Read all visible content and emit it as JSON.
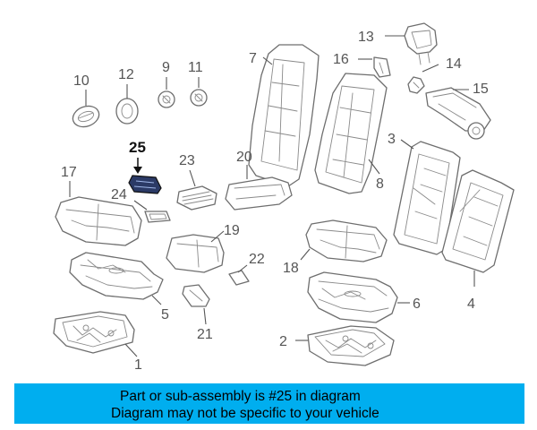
{
  "diagram": {
    "highlighted_part": "25",
    "callouts": {
      "c1": "1",
      "c2": "2",
      "c3": "3",
      "c4": "4",
      "c5": "5",
      "c6": "6",
      "c7": "7",
      "c8": "8",
      "c9": "9",
      "c10": "10",
      "c11": "11",
      "c12": "12",
      "c13": "13",
      "c14": "14",
      "c15": "15",
      "c16": "16",
      "c17": "17",
      "c18": "18",
      "c19": "19",
      "c20": "20",
      "c21": "21",
      "c22": "22",
      "c23": "23",
      "c24": "24",
      "c25": "25"
    }
  },
  "banner": {
    "line1": "Part or sub-assembly is #25 in diagram",
    "line2": "Diagram may not be specific to your vehicle",
    "color": "#00aeef"
  }
}
